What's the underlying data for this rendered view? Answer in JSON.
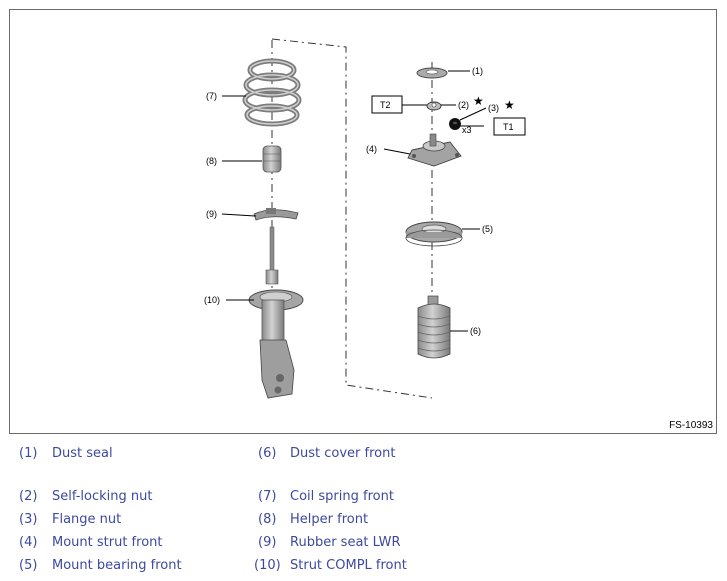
{
  "figure": {
    "id": "FS-10393",
    "callouts": {
      "c1": "(1)",
      "c2": "(2)",
      "c3": "(3)",
      "c4": "(4)",
      "c5": "(5)",
      "c6": "(6)",
      "c7": "(7)",
      "c8": "(8)",
      "c9": "(9)",
      "c10": "(10)"
    },
    "torque_tags": {
      "t1": "T1",
      "t2": "T2"
    },
    "quantity": "x3",
    "star_symbol": "★"
  },
  "legend": {
    "items": [
      {
        "num": "(1)",
        "label": "Dust seal"
      },
      {
        "num": "(2)",
        "label": "Self-locking nut"
      },
      {
        "num": "(3)",
        "label": "Flange nut"
      },
      {
        "num": "(4)",
        "label": "Mount strut front"
      },
      {
        "num": "(5)",
        "label": "Mount bearing front"
      },
      {
        "num": "(6)",
        "label": "Dust cover front"
      },
      {
        "num": "(7)",
        "label": "Coil spring front"
      },
      {
        "num": "(8)",
        "label": "Helper front"
      },
      {
        "num": "(9)",
        "label": "Rubber seat LWR"
      },
      {
        "num": "(10)",
        "label": "Strut COMPL front"
      }
    ]
  },
  "colors": {
    "legend_text": "#3d49a0",
    "frame": "#6b6b6b",
    "part_fill": "#a8a8a8"
  }
}
